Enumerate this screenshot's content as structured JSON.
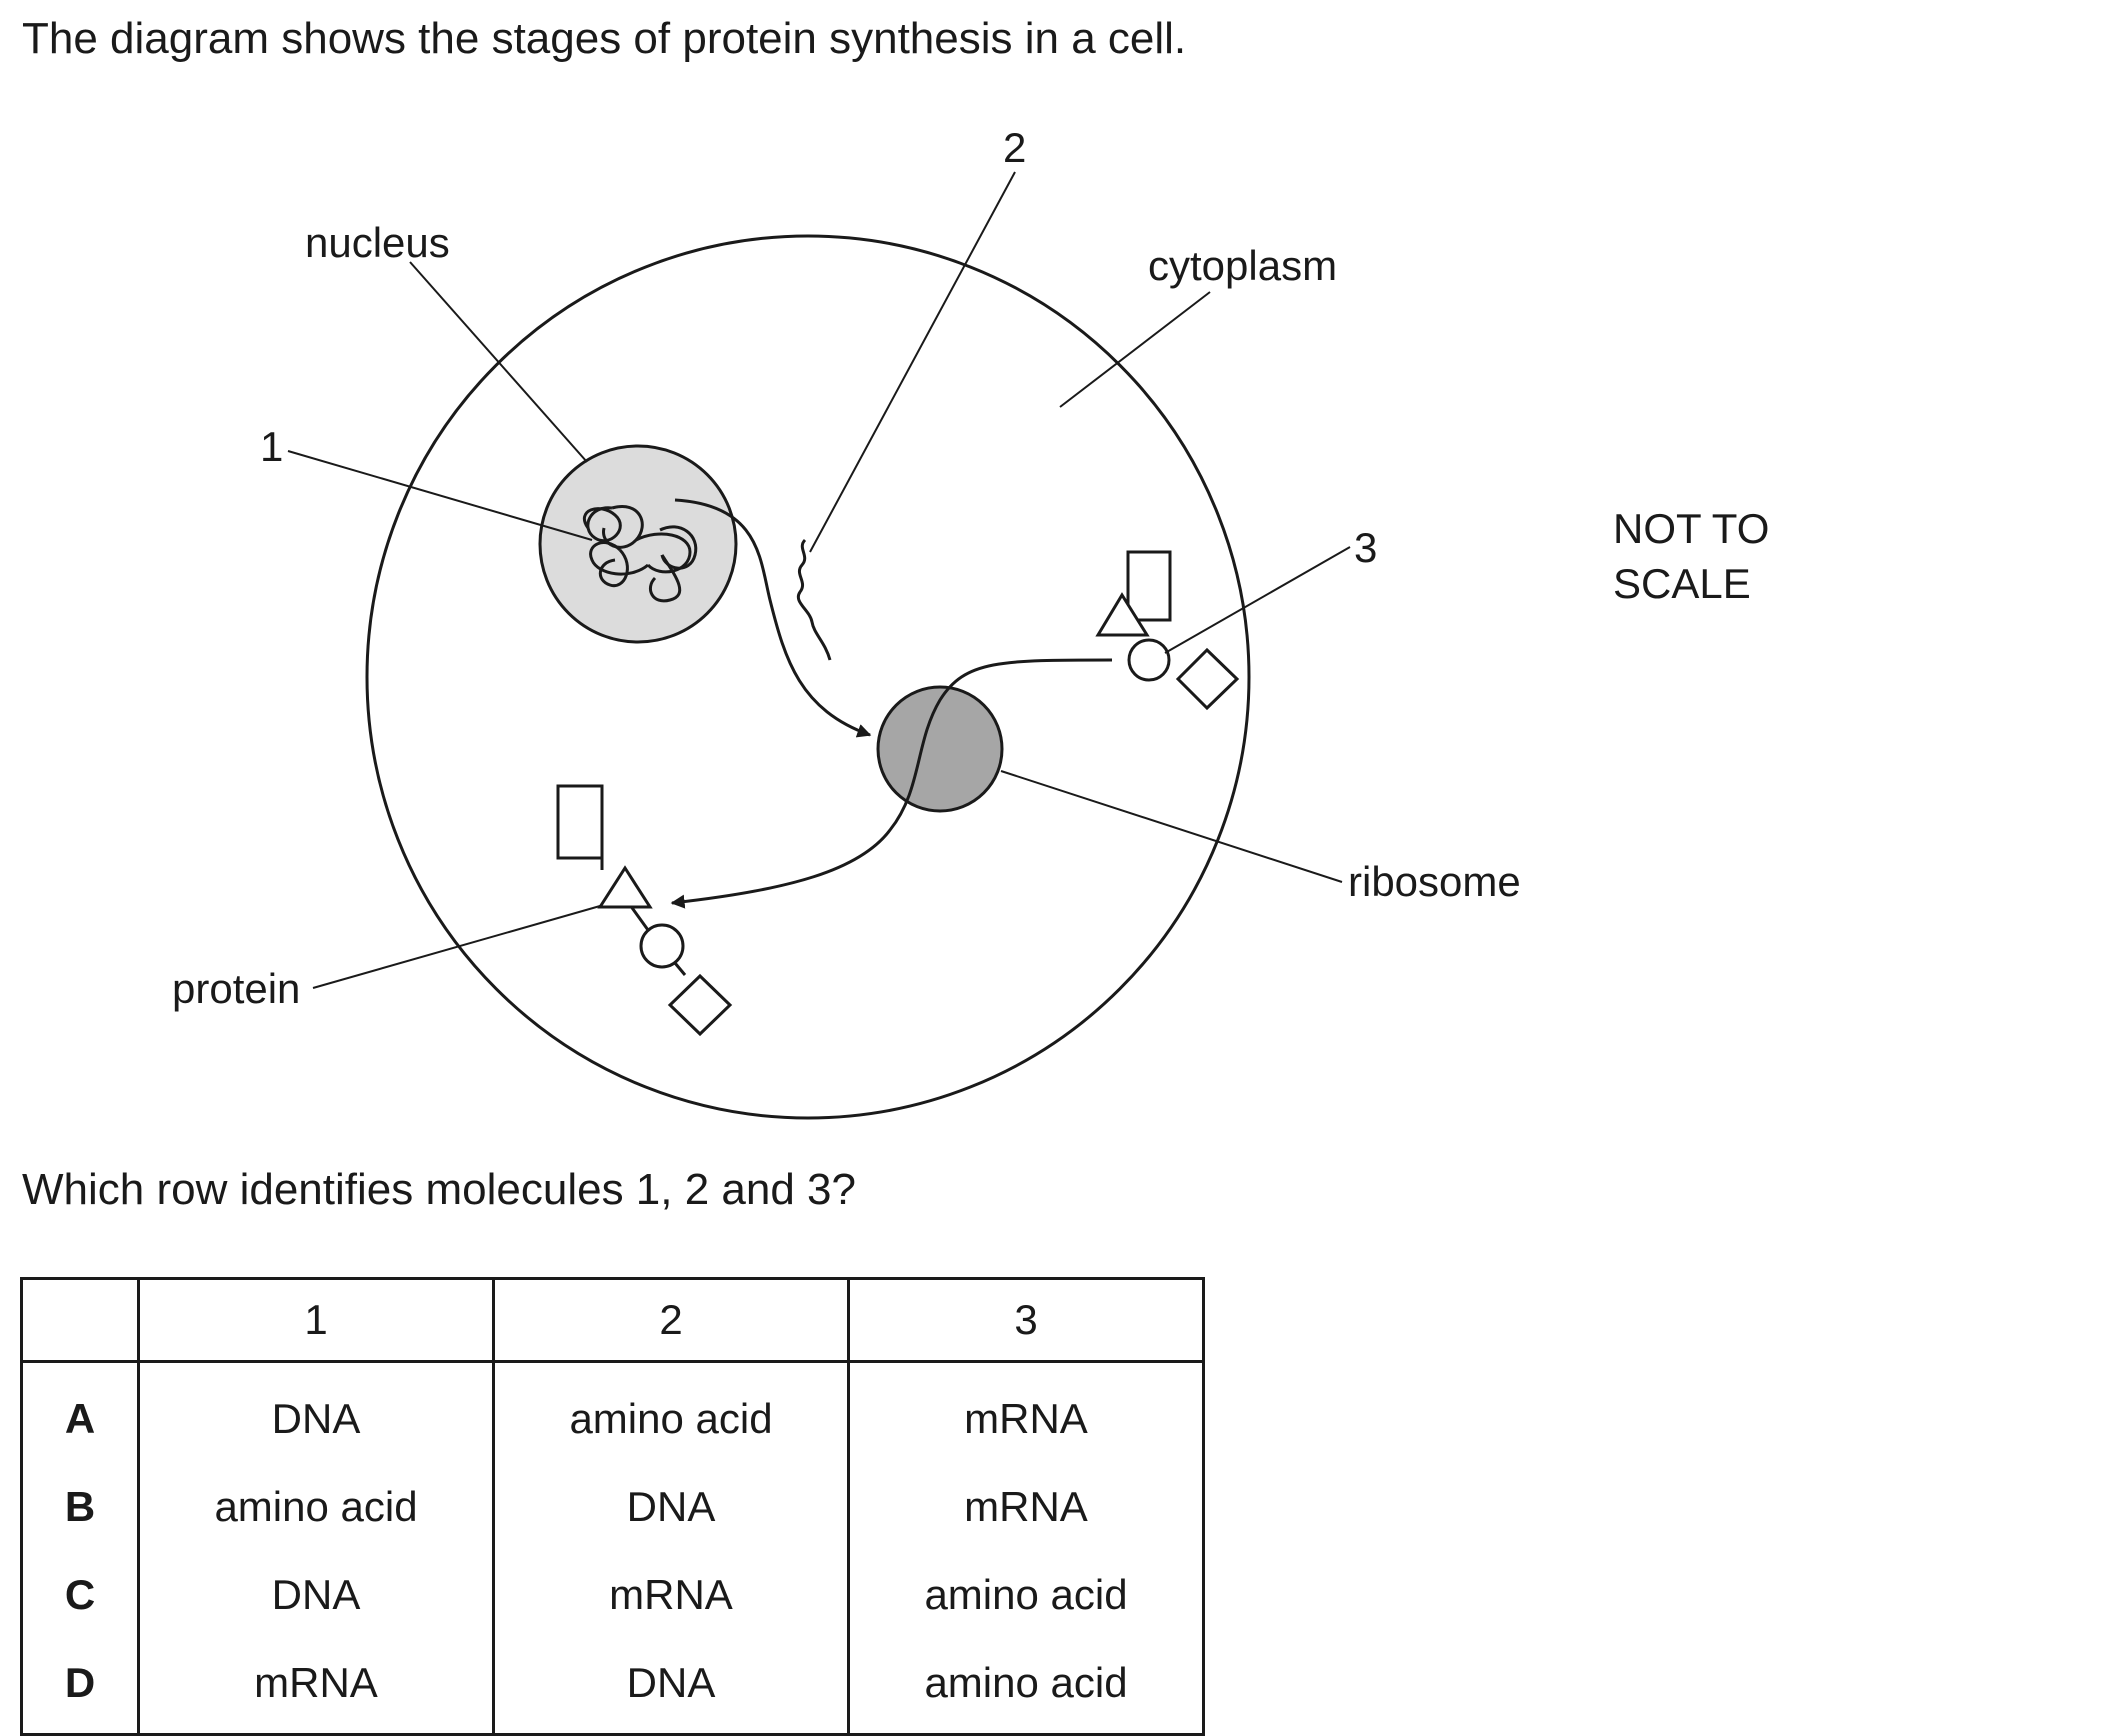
{
  "question": {
    "intro": "The diagram shows the stages of protein synthesis in a cell.",
    "prompt": "Which row identifies molecules 1, 2 and 3?"
  },
  "diagram": {
    "labels": {
      "nucleus": "nucleus",
      "cytoplasm": "cytoplasm",
      "ribosome": "ribosome",
      "protein": "protein",
      "molecule_1": "1",
      "molecule_2": "2",
      "molecule_3": "3"
    },
    "note_line1": "NOT TO",
    "note_line2": "SCALE"
  },
  "table": {
    "headers": [
      "",
      "1",
      "2",
      "3"
    ],
    "rows": [
      {
        "key": "A",
        "cells": [
          "DNA",
          "amino acid",
          "mRNA"
        ]
      },
      {
        "key": "B",
        "cells": [
          "amino acid",
          "DNA",
          "mRNA"
        ]
      },
      {
        "key": "C",
        "cells": [
          "DNA",
          "mRNA",
          "amino acid"
        ]
      },
      {
        "key": "D",
        "cells": [
          "mRNA",
          "DNA",
          "amino acid"
        ]
      }
    ]
  },
  "colors": {
    "ink": "#1a1a1a",
    "nucleus_fill": "#dcdcdc",
    "ribosome_fill": "#a6a6a6"
  }
}
